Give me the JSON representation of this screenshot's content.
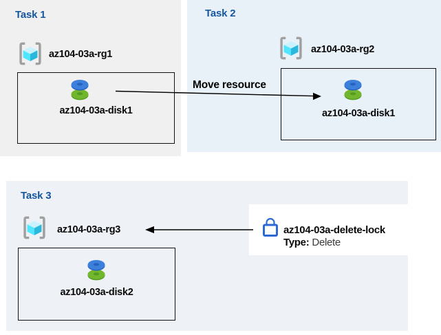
{
  "tasks": [
    {
      "title": "Task 1",
      "resource_group": "az104-03a-rg1",
      "disk_label": "az104-03a-disk1"
    },
    {
      "title": "Task 2",
      "resource_group": "az104-03a-rg2",
      "disk_label": "az104-03a-disk1"
    },
    {
      "title": "Task 3",
      "resource_group": "az104-03a-rg3",
      "disk_label": "az104-03a-disk2"
    }
  ],
  "move_arrow": {
    "label": "Move resource"
  },
  "lock": {
    "name": "az104-03a-delete-lock",
    "type_label": "Type:",
    "type_value": "Delete"
  },
  "icons": {
    "resource_group": "resource-group-icon",
    "disk": "disk-icon",
    "lock": "lock-icon"
  },
  "colors": {
    "task_title": "#1757a0",
    "panel_task1": "#f0f0f0",
    "panel_task2": "#e9f1f8",
    "panel_task3": "#eef1f5",
    "disk_blue": "#3c80db",
    "disk_green": "#71b62c",
    "cube_cyan": "#50e6ff",
    "bracket_gray": "#a0a0a0",
    "lock_blue": "#2e68d5",
    "arrow": "#000000",
    "box_border": "#111111"
  }
}
